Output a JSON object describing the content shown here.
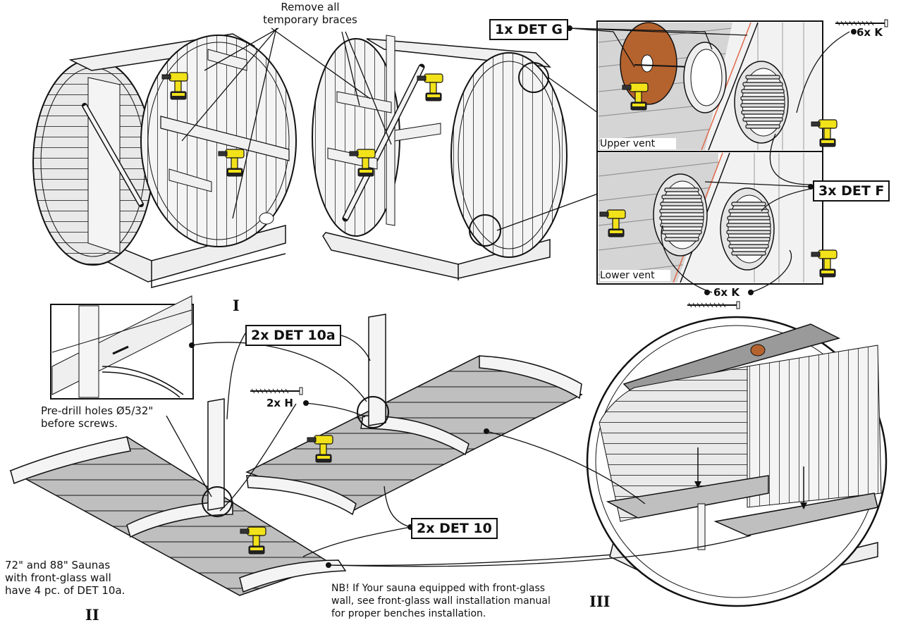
{
  "step_markers": {
    "step1": "I",
    "step2": "II",
    "step3": "III"
  },
  "notes": {
    "remove_braces": "Remove all\ntemporary braces",
    "predrill": "Pre-drill holes Ø5/32\"\nbefore screws.",
    "front_glass_count": "72\" and 88\" Saunas\nwith front-glass wall\nhave 4 pc. of DET 10a.",
    "nb_front_glass": "NB! If Your sauna equipped with front-glass\nwall, see front-glass wall installation manual\nfor proper benches installation."
  },
  "callouts": {
    "det_g": "1x DET G",
    "det_f": "3x DET F",
    "det_10a": "2x DET 10a",
    "det_10": "2x DET 10",
    "k_top": "6x K",
    "k_bottom": "6x K",
    "h": "2x H"
  },
  "detail_labels": {
    "upper_vent": "Upper vent",
    "lower_vent": "Lower vent"
  },
  "colors": {
    "line": "#111111",
    "wood_light": "#f4f4f4",
    "wood_shade": "#d9d9d9",
    "vent_disc": "#b5632e",
    "drill_yellow": "#f2e21a",
    "drill_dark": "#222222",
    "cut_line": "#e06a4a"
  },
  "icons": [
    "drill-icon",
    "screw-icon",
    "vent-cover-icon"
  ]
}
